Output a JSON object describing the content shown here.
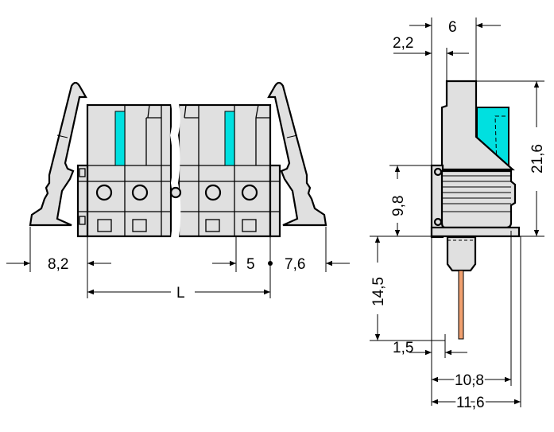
{
  "drawing": {
    "colors": {
      "housing": "#e0e0e0",
      "actuator": "#00e0e0",
      "wire": "#f0a070",
      "outline": "#000000"
    },
    "front_view": {
      "dimensions": {
        "clip_left": "8,2",
        "length": "L",
        "pitch": "5",
        "clip_right": "7,6"
      }
    },
    "side_view": {
      "dimensions": {
        "width_top": "6",
        "offset_top": "2,2",
        "height_total": "21,6",
        "height_lower": "9,8",
        "pin_length": "14,5",
        "pin_offset": "1,5",
        "depth_a": "10,8",
        "depth_b": "11,6"
      }
    }
  }
}
